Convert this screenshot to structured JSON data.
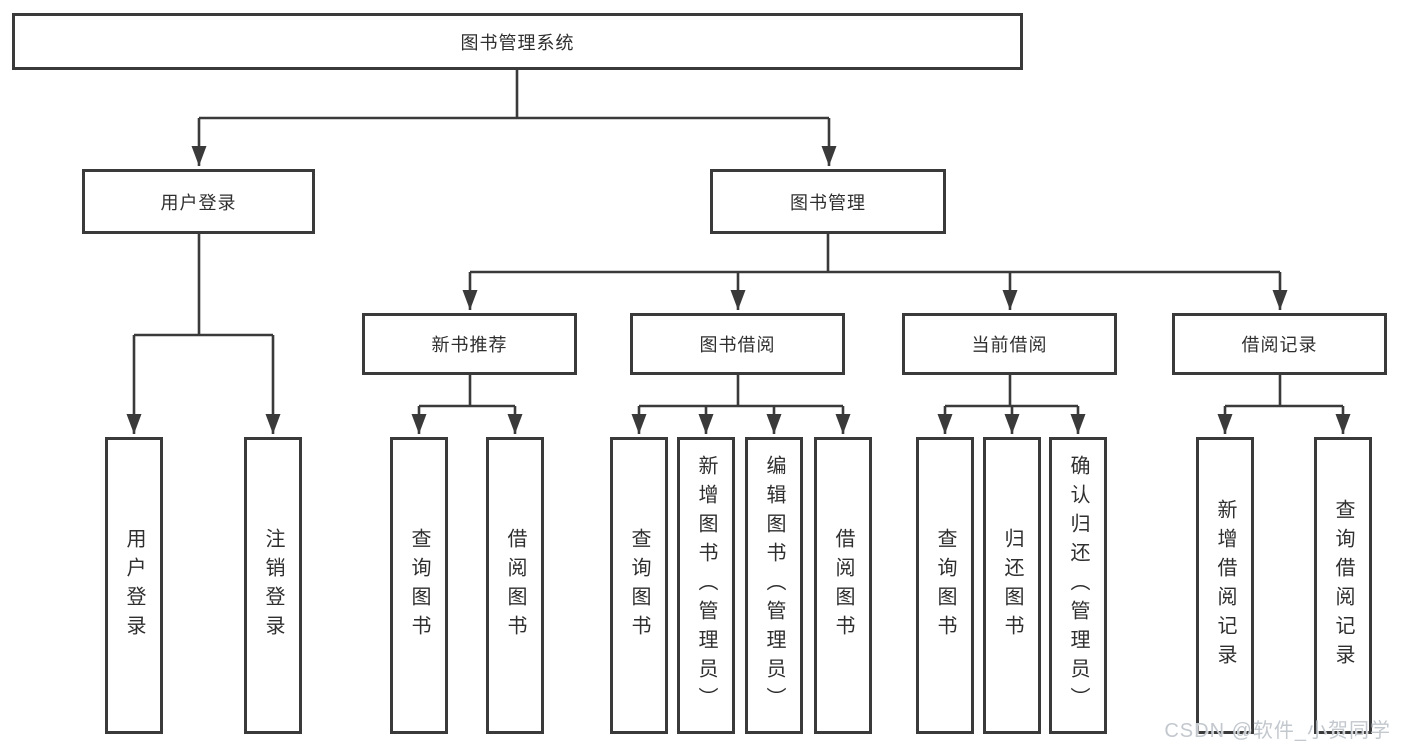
{
  "diagram": {
    "type": "hierarchy-tree",
    "colors": {
      "line": "#3a3a3a",
      "text": "#2f2f2f",
      "background": "#ffffff",
      "watermark": "#c3c8ce"
    },
    "nodes": {
      "root": {
        "label": "图书管理系统"
      },
      "user_login": {
        "label": "用户登录",
        "parent": "图书管理系统"
      },
      "book_mgmt": {
        "label": "图书管理",
        "parent": "图书管理系统"
      },
      "new_book_rec": {
        "label": "新书推荐",
        "parent": "图书管理"
      },
      "book_borrow": {
        "label": "图书借阅",
        "parent": "图书管理"
      },
      "current_borrow": {
        "label": "当前借阅",
        "parent": "图书管理"
      },
      "borrow_records": {
        "label": "借阅记录",
        "parent": "图书管理"
      },
      "leaves": [
        {
          "label": "用户登录",
          "parent": "用户登录"
        },
        {
          "label": "注销登录",
          "parent": "用户登录"
        },
        {
          "label": "查询图书",
          "parent": "新书推荐"
        },
        {
          "label": "借阅图书",
          "parent": "新书推荐"
        },
        {
          "label": "查询图书",
          "parent": "图书借阅"
        },
        {
          "label": "新增图书（管理员）",
          "parent": "图书借阅"
        },
        {
          "label": "编辑图书（管理员）",
          "parent": "图书借阅"
        },
        {
          "label": "借阅图书",
          "parent": "图书借阅"
        },
        {
          "label": "查询图书",
          "parent": "当前借阅"
        },
        {
          "label": "归还图书",
          "parent": "当前借阅"
        },
        {
          "label": "确认归还（管理员）",
          "parent": "当前借阅"
        },
        {
          "label": "新增借阅记录",
          "parent": "借阅记录"
        },
        {
          "label": "查询借阅记录",
          "parent": "借阅记录"
        }
      ]
    },
    "watermark": "CSDN @软件_小贺同学"
  }
}
